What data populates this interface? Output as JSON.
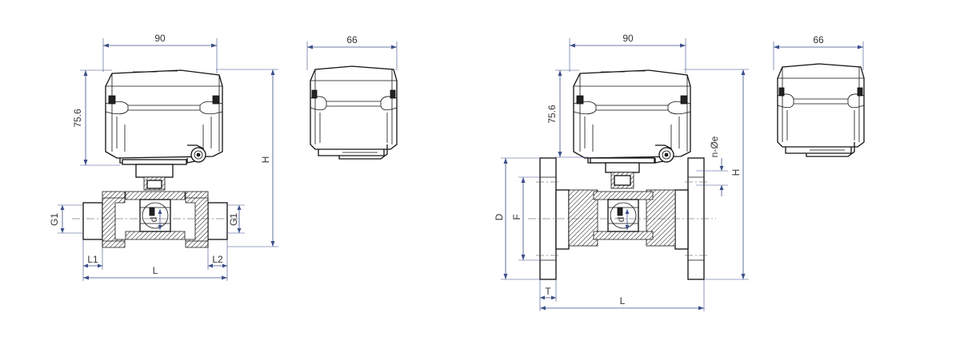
{
  "threaded_view": {
    "width_label": "90",
    "actuator_height_label": "75.6",
    "total_height_label": "H",
    "thread_left_label": "G1",
    "thread_right_label": "G1",
    "bore_label": "d",
    "left_thread_length_label": "L1",
    "right_thread_length_label": "L2",
    "length_label": "L"
  },
  "threaded_side_view": {
    "depth_label": "66"
  },
  "flanged_view": {
    "width_label": "90",
    "actuator_height_label": "75.6",
    "bolt_holes_label": "n-Øe",
    "total_height_label": "H",
    "flange_diameter_label": "D",
    "bolt_circle_label": "F",
    "bore_label": "d",
    "flange_thickness_label": "T",
    "length_label": "L"
  },
  "flanged_side_view": {
    "depth_label": "66"
  }
}
